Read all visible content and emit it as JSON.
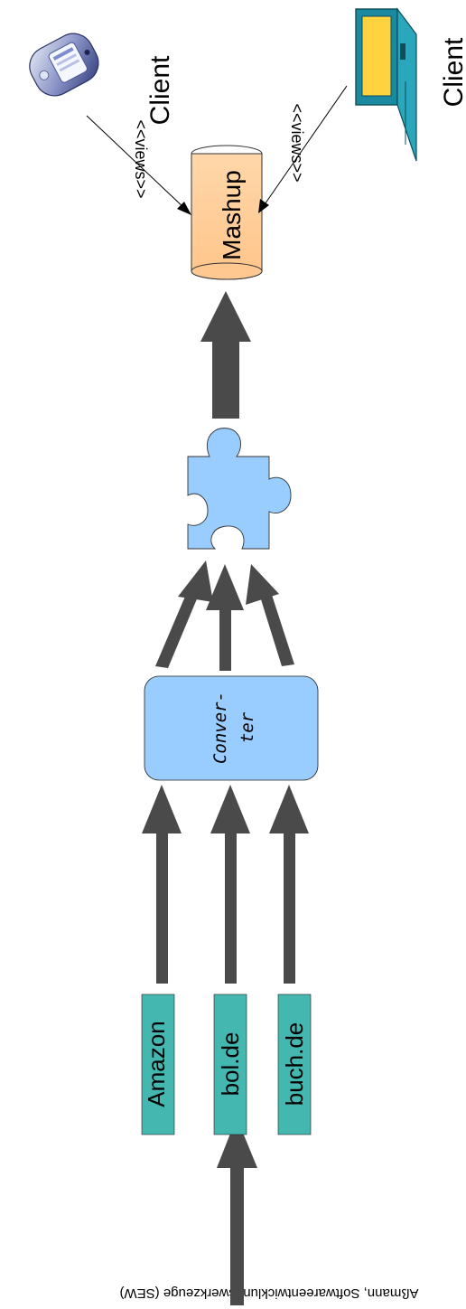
{
  "footer": {
    "text": "Aßmann, Softwareentwicklungswerkzeuge (SEW)"
  },
  "sources": [
    {
      "label": "Amazon"
    },
    {
      "label": "bol.de"
    },
    {
      "label": "buch.de"
    }
  ],
  "converter": {
    "line1": "Conver-",
    "line2": "ter"
  },
  "mashup": {
    "label": "Mashup"
  },
  "relation": {
    "label": "<<views>>"
  },
  "clients": [
    {
      "label": "Client"
    },
    {
      "label": "Client"
    }
  ],
  "colors": {
    "source_box": "#44b8b0",
    "converter_box": "#99ccff",
    "puzzle": "#99ccff",
    "mashup": "#ffcc99",
    "arrow": "#4a4a4a",
    "laptop_screen": "#ffd23f",
    "laptop_frame": "#1b8aa0"
  }
}
